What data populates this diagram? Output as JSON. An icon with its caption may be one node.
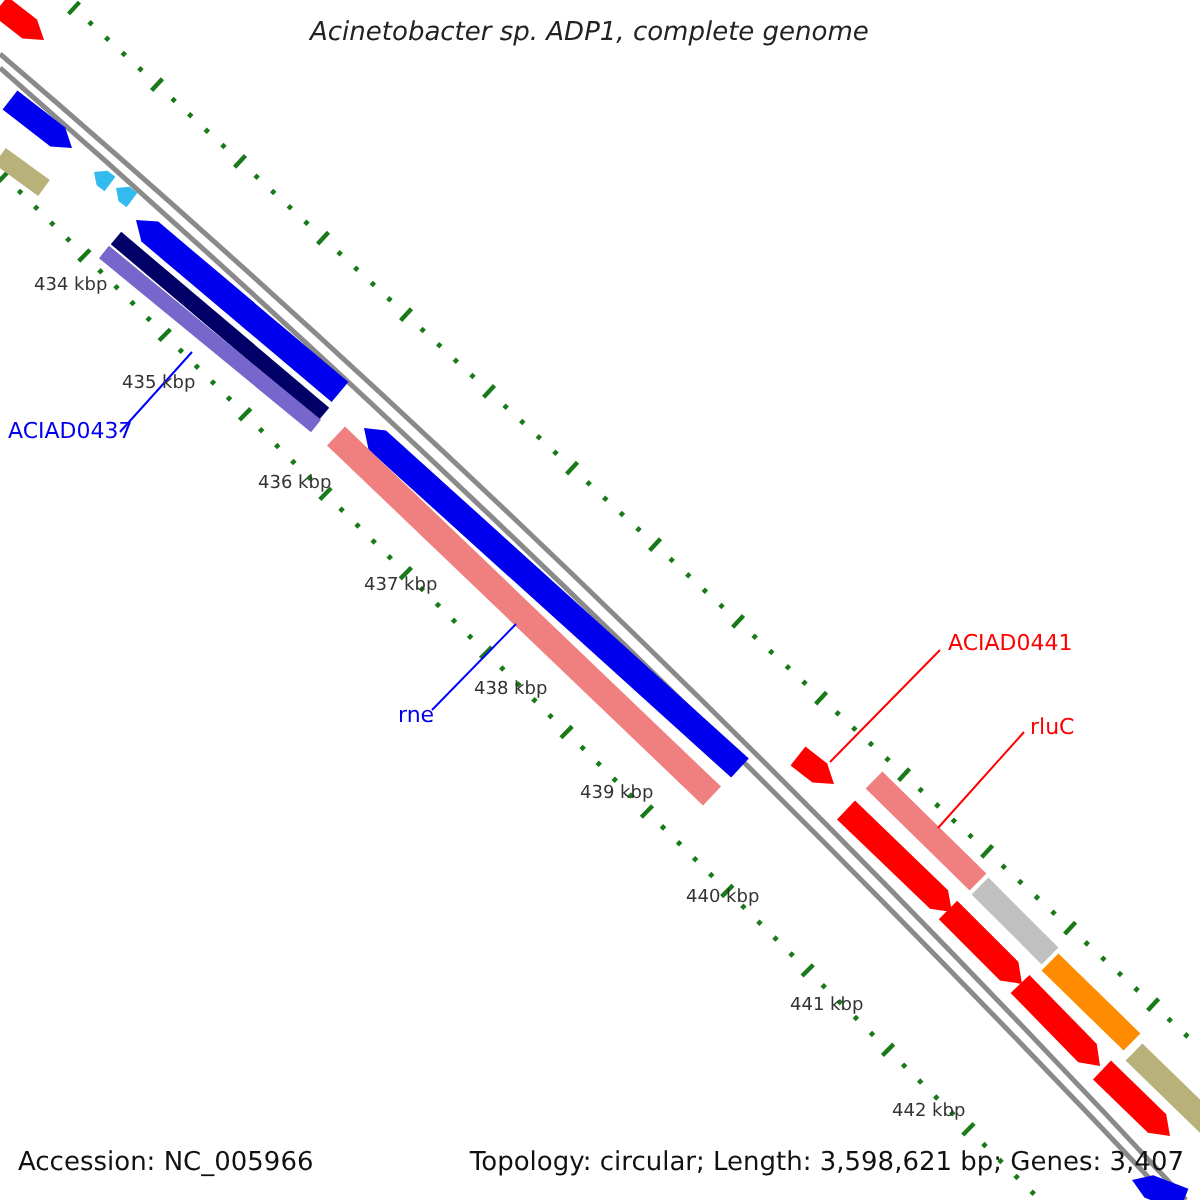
{
  "diagram": {
    "title": "Acinetobacter sp. ADP1, complete genome",
    "nodes": [
      {
        "text": [
          "ACIAD0437"
        ]
      },
      {
        "text": [],
        "shape": "bar"
      },
      {
        "text": [
          "rne"
        ]
      },
      {
        "text": [],
        "shape": "bar"
      },
      {
        "text": [
          "ACIAD0441"
        ]
      },
      {
        "text": [],
        "shape": "bar"
      },
      {
        "text": [
          "rluC"
        ]
      },
      {
        "text": [],
        "shape": "bar"
      }
    ],
    "edges": [
      {
        "from": 0,
        "to": 1,
        "arrow": "none",
        "color": "#0000ff"
      },
      {
        "from": 2,
        "to": 3,
        "arrow": "none",
        "color": "#0000ff"
      },
      {
        "from": 4,
        "to": 5,
        "arrow": "none",
        "color": "#ff0000"
      },
      {
        "from": 6,
        "to": 7,
        "arrow": "none",
        "color": "#ff0000"
      }
    ],
    "labels": [
      "434 kbp",
      "435 kbp",
      "436 kbp",
      "437 kbp",
      "438 kbp",
      "439 kbp",
      "440 kbp",
      "441 kbp",
      "442 kbp",
      "Accession: NC_005966",
      "Topology: circular; Length: 3,598,621 bp; Genes: 3,407"
    ]
  }
}
